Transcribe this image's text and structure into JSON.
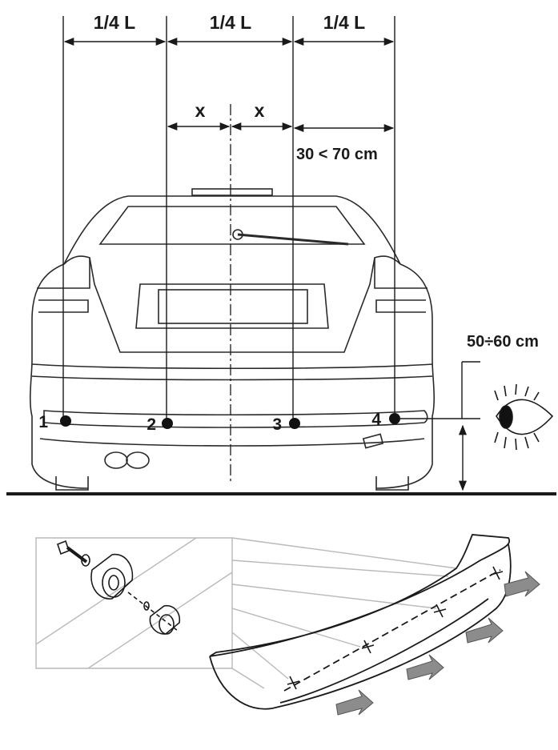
{
  "dimensions": {
    "quarter_label_1": "1/4 L",
    "quarter_label_2": "1/4 L",
    "quarter_label_3": "1/4 L",
    "x_label_left": "x",
    "x_label_right": "x",
    "edge_distance": "30 < 70 cm",
    "height_range": "50÷60 cm"
  },
  "sensors": [
    {
      "label": "1"
    },
    {
      "label": "2"
    },
    {
      "label": "3"
    },
    {
      "label": "4"
    }
  ],
  "colors": {
    "line": "#1a1a1a",
    "sensor": "#111111",
    "arrow_fill": "#8c8c8c",
    "detail_gray": "#b9b9b9"
  }
}
